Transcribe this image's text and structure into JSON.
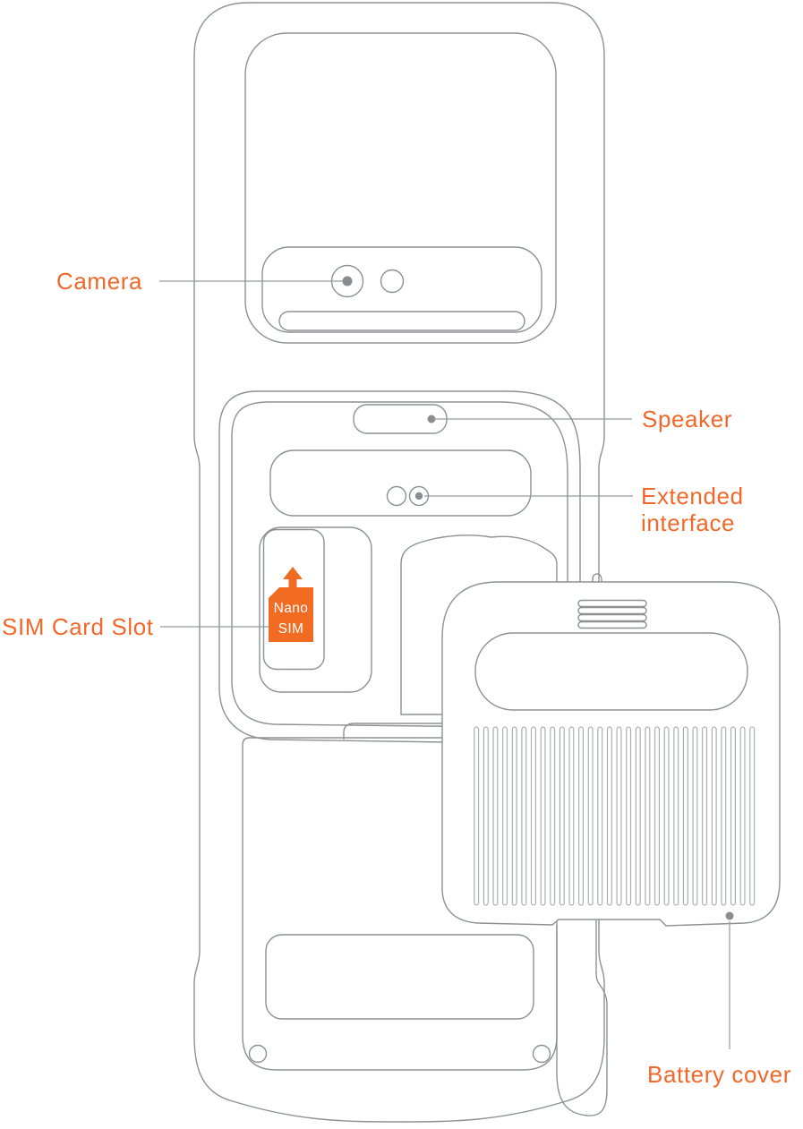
{
  "diagram": {
    "type": "device-back-view-annotated-diagram",
    "device": "rugged handheld terminal (rear view, battery cover removed)",
    "labels": {
      "camera": "Camera",
      "speaker": "Speaker",
      "extended_interface_line1": "Extended",
      "extended_interface_line2": "interface",
      "sim_card_slot": "SIM Card Slot",
      "battery_cover": "Battery cover"
    },
    "sim_card": {
      "line1": "Nano",
      "line2": "SIM"
    },
    "colors": {
      "accent_text": "#F2682A",
      "sim_card_fill": "#F26B22",
      "outline_gray": "#8D9196",
      "leader_gray": "#97999C",
      "background": "#FFFFFF"
    }
  }
}
